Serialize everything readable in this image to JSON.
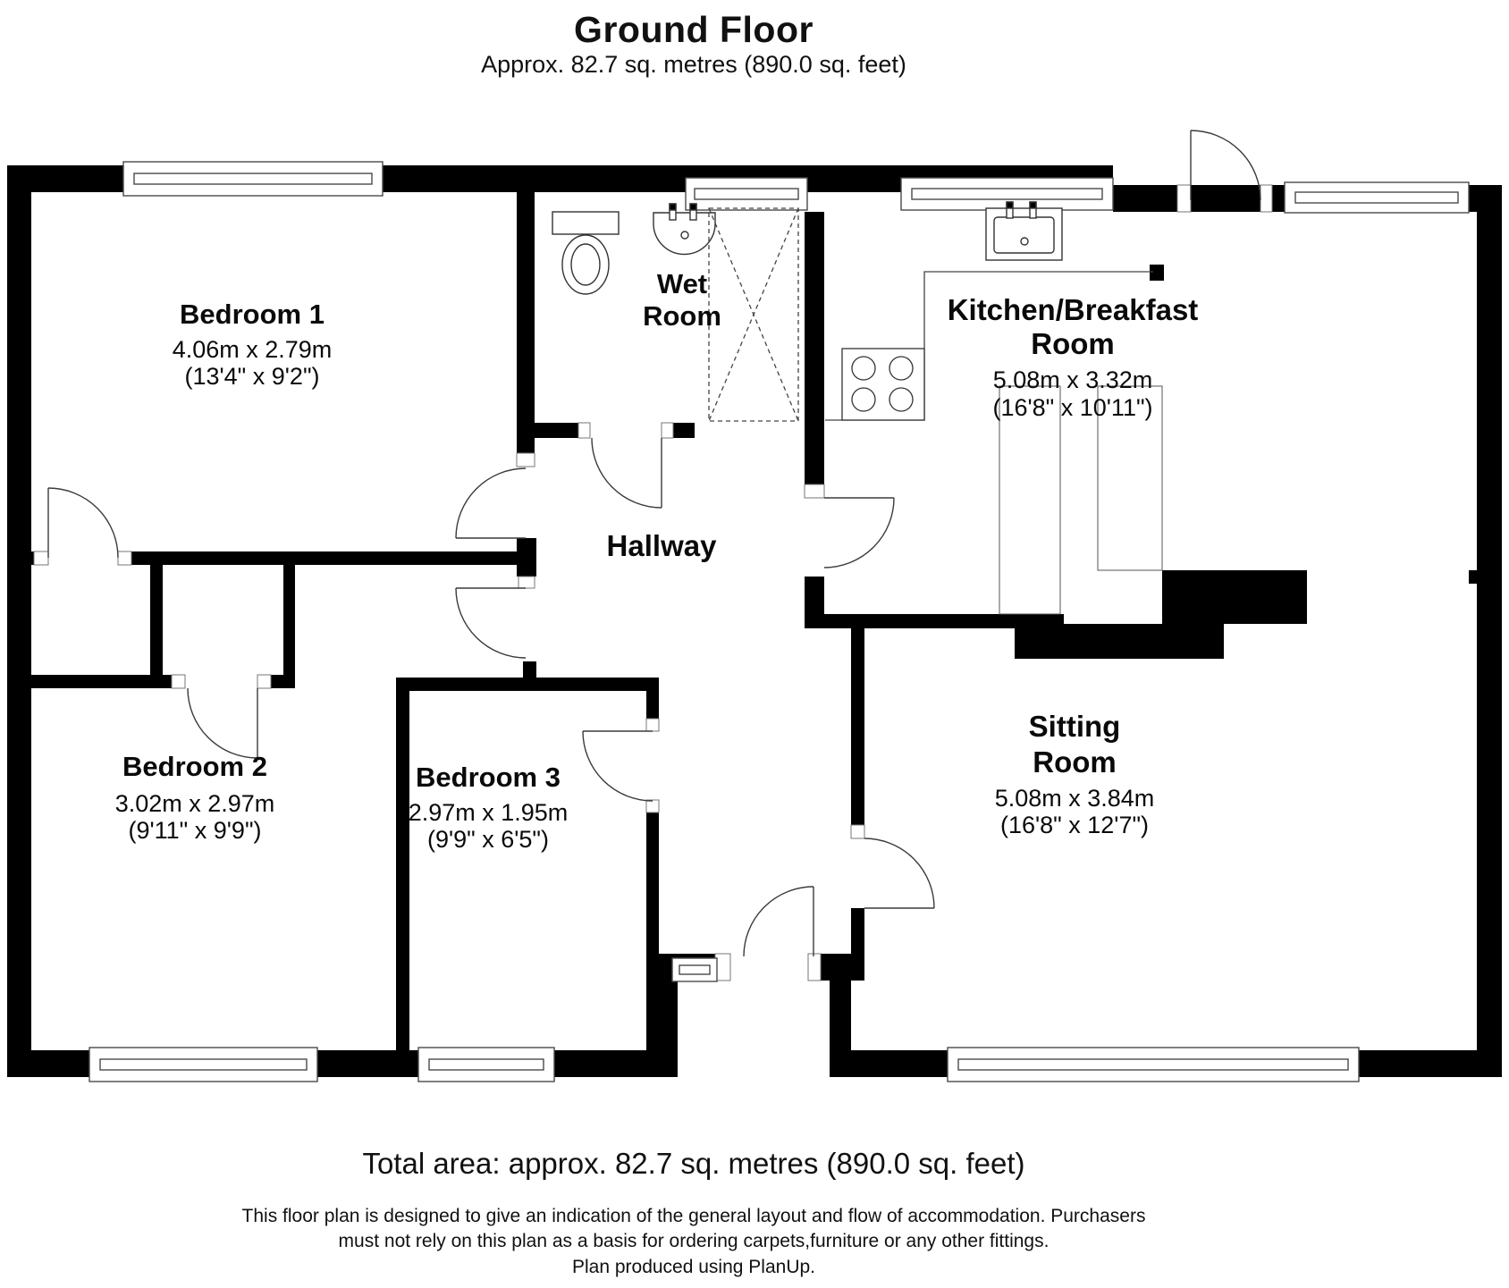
{
  "header": {
    "title": "Ground Floor",
    "subtitle": "Approx. 82.7 sq. metres (890.0 sq. feet)"
  },
  "rooms": {
    "bedroom1": {
      "name": "Bedroom 1",
      "metric": "4.06m x 2.79m",
      "imperial": "(13'4\" x 9'2\")"
    },
    "bedroom2": {
      "name": "Bedroom 2",
      "metric": "3.02m x 2.97m",
      "imperial": "(9'11\" x 9'9\")"
    },
    "bedroom3": {
      "name": "Bedroom 3",
      "metric": "2.97m x 1.95m",
      "imperial": "(9'9\" x 6'5\")"
    },
    "wet_room": {
      "line1": "Wet",
      "line2": "Room"
    },
    "kitchen": {
      "line1": "Kitchen/Breakfast",
      "line2": "Room",
      "metric": "5.08m x 3.32m",
      "imperial": "(16'8\" x 10'11\")"
    },
    "sitting_room": {
      "line1": "Sitting",
      "line2": "Room",
      "metric": "5.08m x 3.84m",
      "imperial": "(16'8\" x 12'7\")"
    },
    "hallway": {
      "name": "Hallway"
    }
  },
  "footer": {
    "total_area": "Total area: approx. 82.7 sq. metres (890.0 sq. feet)",
    "disclaimer_line1": "This floor plan is designed to give an indication of the general layout and flow of accommodation. Purchasers",
    "disclaimer_line2": "must not rely on this plan as a basis for ordering carpets,furniture or any other fittings.",
    "disclaimer_line3": "Plan produced using PlanUp."
  },
  "fixtures": [
    "toilet-icon",
    "wash-basin-icon",
    "shower-icon",
    "hob-icon",
    "kitchen-sink-icon"
  ],
  "colors": {
    "wall": "#000000",
    "background": "#ffffff",
    "window_frame": "#4a4a4a",
    "door_line": "#3a3a3a",
    "text": "#0a0a0a"
  }
}
